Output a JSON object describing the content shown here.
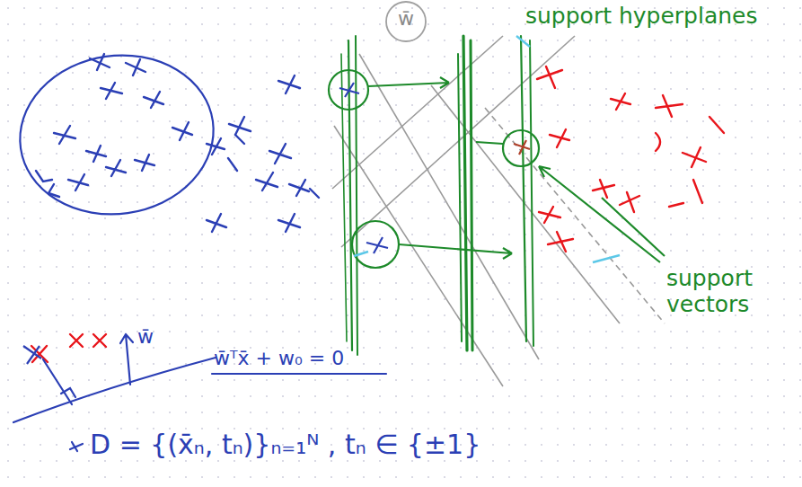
{
  "diagram": {
    "labels": [
      "support hyperplanes",
      "support vectors",
      "w̄",
      "w̄",
      "w̄ᵀx̄ + w₀ = 0",
      "D = {(x̄ₙ, tₙ)}ₙ₌₁ᴺ , tₙ ∈ {±1}"
    ]
  }
}
